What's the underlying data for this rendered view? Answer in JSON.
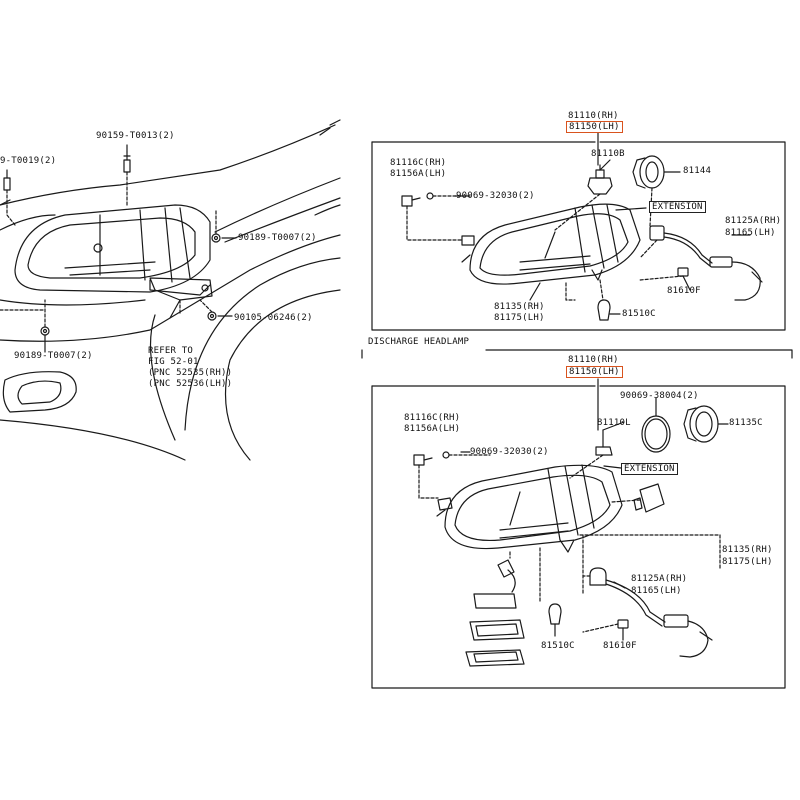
{
  "labels": {
    "l_90159": "90159-T0013(2)",
    "l_t0019": "9-T0019(2)",
    "l_90189a": "90189-T0007(2)",
    "l_90105": "90105-06246(2)",
    "l_90189b": "90189-T0007(2)",
    "refer": "REFER TO\nFIG 52-01\n(PNC 52535(RH))\n(PNC 52536(LH))",
    "top_81110": "81110(RH)",
    "top_81150": "81150(LH)",
    "top_81116c": "81116C(RH)",
    "top_81156a": "81156A(LH)",
    "top_90069": "90069-32030(2)",
    "top_81110b": "81110B",
    "top_81144": "81144",
    "top_ext": "EXTENSION",
    "top_81125a": "81125A(RH)",
    "top_81165": "81165(LH)",
    "top_81610f": "81610F",
    "top_81135": "81135(RH)",
    "top_81175": "81175(LH)",
    "top_81510c": "81510C",
    "discharge_title": "DISCHARGE HEADLAMP",
    "bot_81110": "81110(RH)",
    "bot_81150": "81150(LH)",
    "bot_90069_38004": "90069-38004(2)",
    "bot_81116c": "81116C(RH)",
    "bot_81156a": "81156A(LH)",
    "bot_81110l": "81110L",
    "bot_81135c": "81135C",
    "bot_90069_32030": "90069-32030(2)",
    "bot_ext": "EXTENSION",
    "bot_81135": "81135(RH)",
    "bot_81175": "81175(LH)",
    "bot_81125a": "81125A(RH)",
    "bot_81165": "81165(LH)",
    "bot_81510c": "81510C",
    "bot_81610f": "81610F"
  }
}
